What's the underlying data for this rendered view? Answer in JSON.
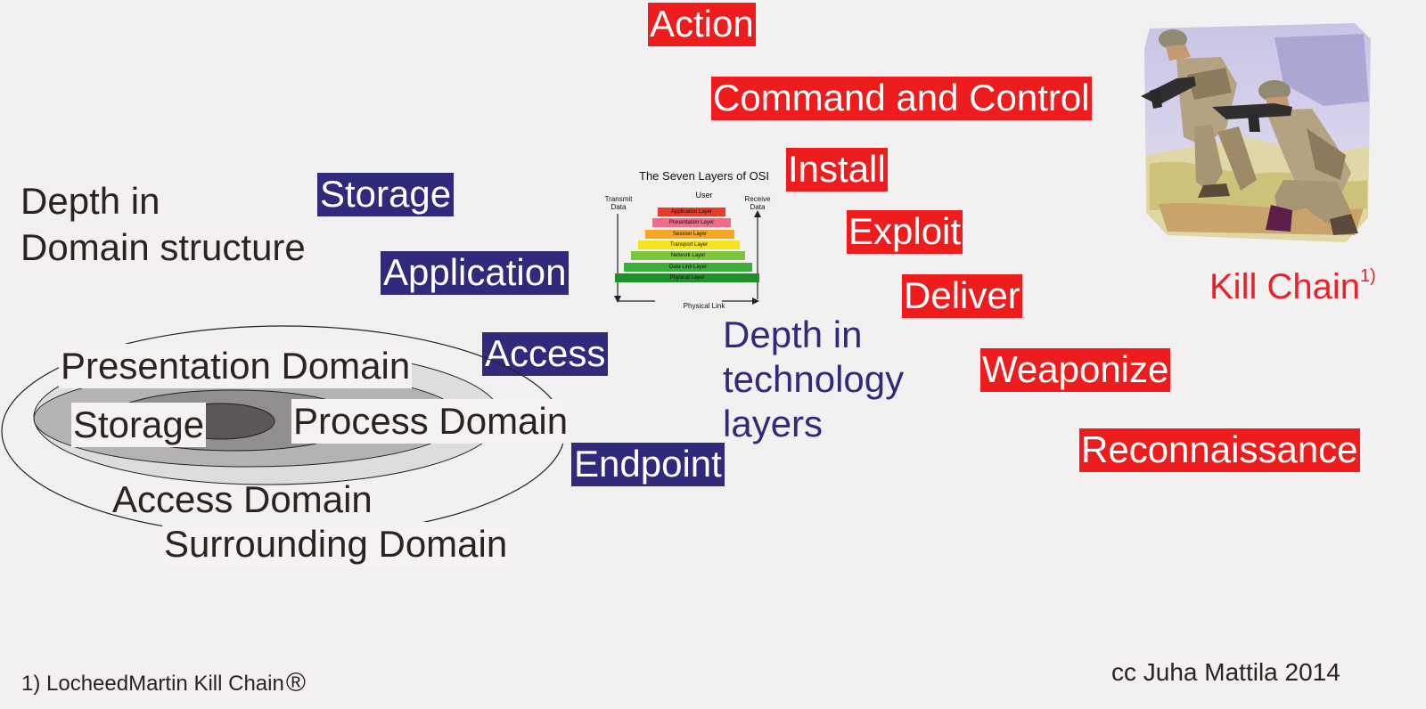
{
  "kill_chain": {
    "action": "Action",
    "command_and_control": "Command and Control",
    "install": "Install",
    "exploit": "Exploit",
    "deliver": "Deliver",
    "weaponize": "Weaponize",
    "reconnaissance": "Reconnaissance",
    "title": "Kill Chain",
    "title_footnote": "1)"
  },
  "tech_layers": {
    "storage": "Storage",
    "application": "Application",
    "access": "Access",
    "endpoint": "Endpoint",
    "caption_line1": "Depth in",
    "caption_line2": "technology",
    "caption_line3": "layers"
  },
  "domain_structure": {
    "caption_line1": "Depth in",
    "caption_line2": "Domain structure",
    "presentation": "Presentation Domain",
    "storage": "Storage",
    "process": "Process Domain",
    "access": "Access Domain",
    "surrounding": "Surrounding Domain"
  },
  "osi": {
    "title": "The Seven Layers of OSI",
    "user": "User",
    "transmit_line1": "Transmit",
    "transmit_line2": "Data",
    "receive_line1": "Receive",
    "receive_line2": "Data",
    "physical_link": "Physical Link",
    "layers": [
      "Application Layer",
      "Presentation Layer",
      "Session Layer",
      "Transport Layer",
      "Network Layer",
      "Data Link Layer",
      "Physical Layer"
    ]
  },
  "footer": {
    "footnote": "1) LocheedMartin  Kill Chain",
    "registered_symbol": "®",
    "credit": "cc Juha Mattila 2014"
  },
  "colors": {
    "red_tag": "#ee1c1c",
    "blue_tag": "#302a7c",
    "blue_text": "#302a7c",
    "red_text": "#e8212b",
    "osi_layers": [
      "#e53d2a",
      "#f26a8a",
      "#f5a623",
      "#f2e51c",
      "#7cc43a",
      "#3aae3a",
      "#1f8f2a"
    ]
  }
}
